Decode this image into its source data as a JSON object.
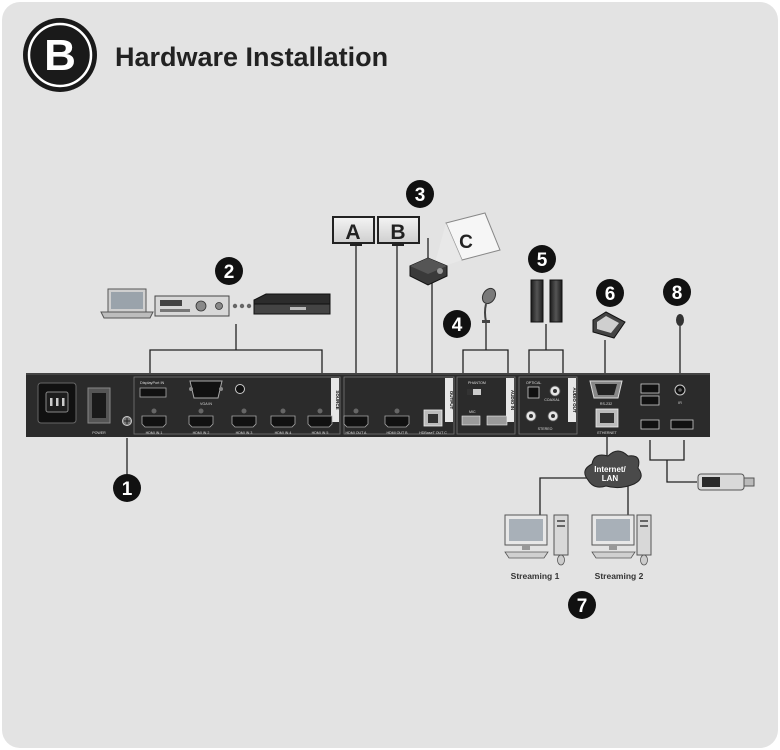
{
  "header": {
    "badge_letter": "B",
    "title": "Hardware Installation"
  },
  "callouts": [
    "1",
    "2",
    "3",
    "4",
    "5",
    "6",
    "7",
    "8"
  ],
  "displays": {
    "a": "A",
    "b": "B",
    "c": "C"
  },
  "network": {
    "cloud_line1": "Internet/",
    "cloud_line2": "LAN",
    "pc1_label": "Streaming 1",
    "pc2_label": "Streaming 2"
  },
  "panel": {
    "power_label": "POWER",
    "displayport_label": "DisplayPort IN",
    "vga_label": "VGA IN",
    "source_label": "SOURCE",
    "output_label": "OUTPUT",
    "hdmi_in_labels": [
      "HDMI IN 1",
      "HDMI IN 2",
      "HDMI IN 3",
      "HDMI IN 4",
      "HDMI IN 5"
    ],
    "hdmi_out_labels": [
      "HDMI OUT A",
      "HDMI OUT B"
    ],
    "hdbaset_label": "HDBaseT OUT C",
    "phantom_label": "PHANTOM",
    "mic_label": "MIC",
    "audio_in_label": "AUDIO IN",
    "audio_out_label": "AUDIO OUT",
    "optical_label": "OPTICAL",
    "coaxial_label": "COAXIAL",
    "stereo_label": "STEREO",
    "rs232_label": "RS-232",
    "ethernet_label": "ETHERNET",
    "ir_label": "IR"
  },
  "colors": {
    "background": "#e3e3e3",
    "badge": "#1a1a1a",
    "panel": "#2b2b2b",
    "callout": "#111111"
  }
}
